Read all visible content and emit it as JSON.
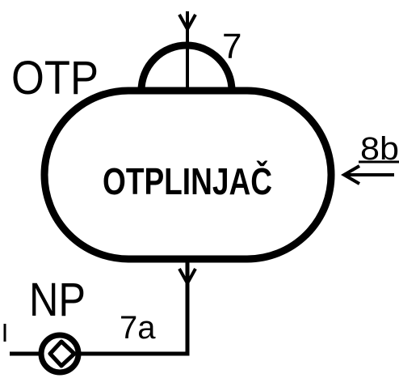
{
  "diagram": {
    "tank": {
      "label": "OTPLINJAČ",
      "tag": "OTP"
    },
    "pump": {
      "tag": "NP"
    },
    "streams": {
      "top_inlet": "7",
      "side_inlet": "8b",
      "bottom_outlet": "7a"
    },
    "colors": {
      "stroke": "#000000",
      "background": "#ffffff"
    }
  }
}
